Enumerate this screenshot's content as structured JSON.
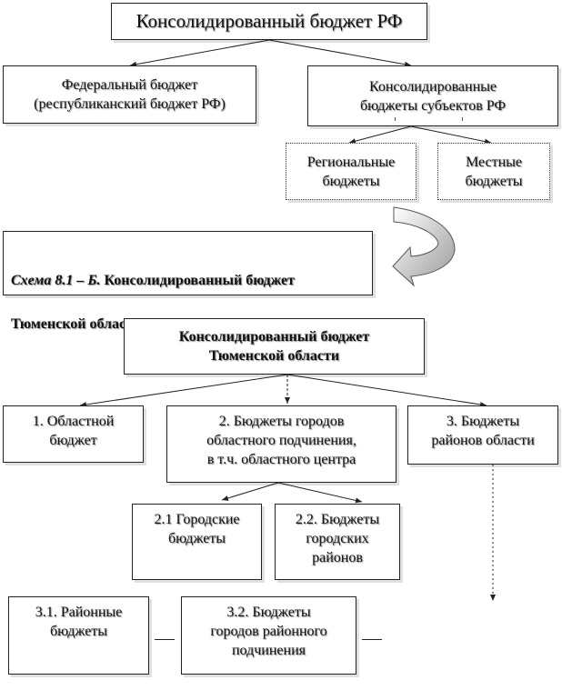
{
  "scheme_a": {
    "root": "Консолидированный  бюджет РФ",
    "federal": "Федеральный бюджет\n(республиканский бюджет РФ)",
    "subjects": "Консолидированные\nбюджеты субъектов РФ",
    "regional": "Региональные\nбюджеты",
    "local": "Местные\nбюджеты"
  },
  "caption": {
    "label": "Схема 8.1 – Б.",
    "title_line1": " Консолидированный бюджет",
    "title_line2": "Тюменской области"
  },
  "scheme_b": {
    "root": "Консолидированный бюджет\nТюменской области",
    "n1": "1. Областной\nбюджет",
    "n2": "2. Бюджеты городов\nобластного подчинения,\nв т.ч. областного центра",
    "n3": "3. Бюджеты\nрайонов области",
    "n21": "2.1 Городские\nбюджеты",
    "n22": "2.2. Бюджеты\nгородских\nрайонов",
    "n31": "3.1. Районные\nбюджеты",
    "n32": "3.2. Бюджеты\nгородов районного\nподчинения"
  }
}
